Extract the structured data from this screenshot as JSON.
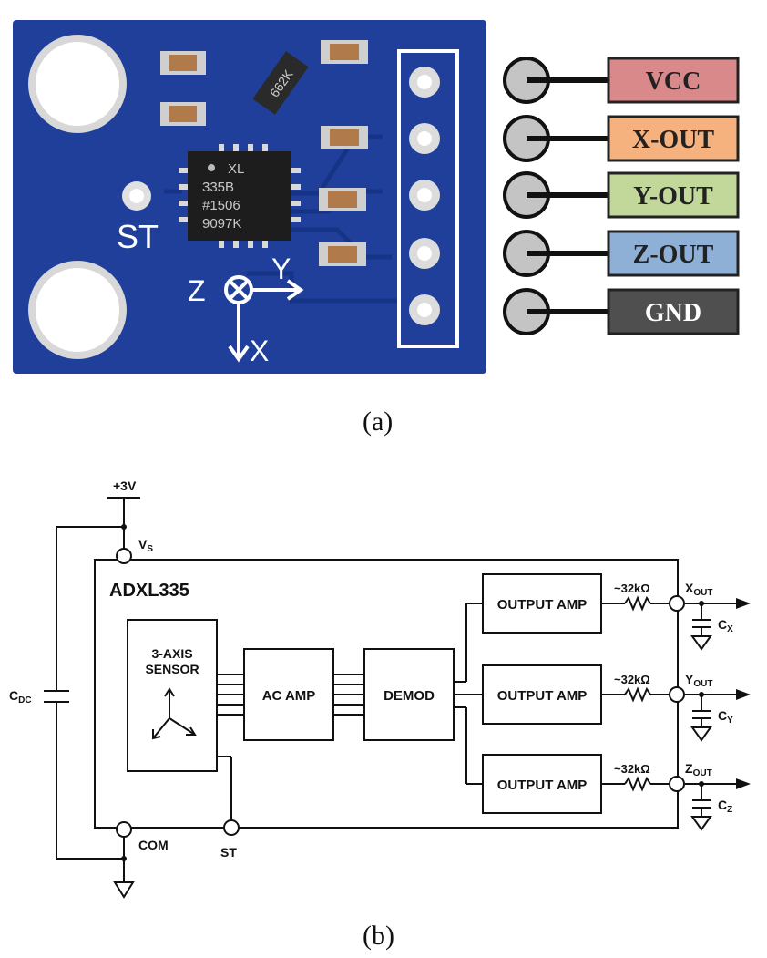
{
  "figure_a": {
    "caption": "(a)",
    "silkscreen": {
      "st_label": "ST",
      "axis_z": "Z",
      "axis_y": "Y",
      "axis_x": "X",
      "resistor_code": "662K",
      "chip_line1": "XL",
      "chip_line2": "335B",
      "chip_line3": "#1506",
      "chip_line4": "9097K"
    },
    "pins": [
      {
        "label": "VCC",
        "color": "#d98989"
      },
      {
        "label": "X-OUT",
        "color": "#f6b27e"
      },
      {
        "label": "Y-OUT",
        "color": "#c2d89b"
      },
      {
        "label": "Z-OUT",
        "color": "#8fb0d6"
      },
      {
        "label": "GND",
        "color": "#4f4f4f"
      }
    ],
    "board_color": "#1f3f9a"
  },
  "figure_b": {
    "caption": "(b)",
    "supply_label": "+3V",
    "vs_label": "V",
    "vs_sub": "S",
    "chip_name": "ADXL335",
    "cdc_label": "C",
    "cdc_sub": "DC",
    "com_label": "COM",
    "st_label": "ST",
    "sensor_line1": "3-AXIS",
    "sensor_line2": "SENSOR",
    "ac_amp": "AC AMP",
    "demod": "DEMOD",
    "output_amps": [
      "OUTPUT AMP",
      "OUTPUT AMP",
      "OUTPUT AMP"
    ],
    "resistor_value": "~32kΩ",
    "outputs": [
      {
        "name": "X",
        "sub": "OUT",
        "cap": "C",
        "cap_sub": "X"
      },
      {
        "name": "Y",
        "sub": "OUT",
        "cap": "C",
        "cap_sub": "Y"
      },
      {
        "name": "Z",
        "sub": "OUT",
        "cap": "C",
        "cap_sub": "Z"
      }
    ]
  }
}
